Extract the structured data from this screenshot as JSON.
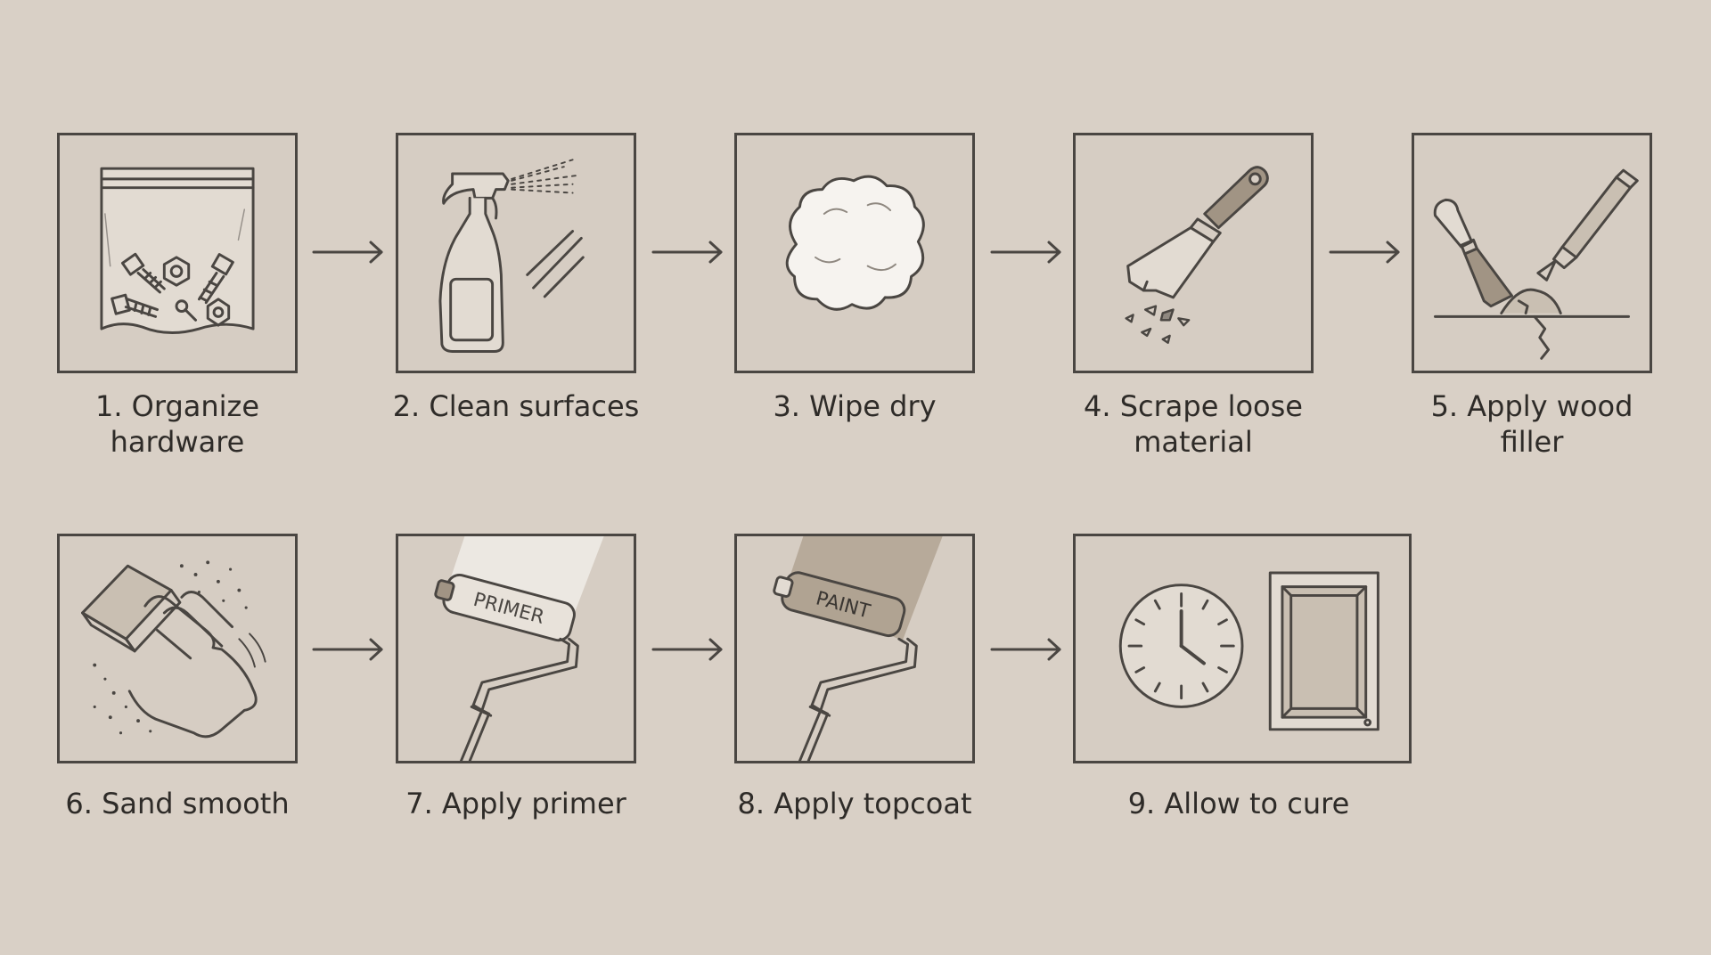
{
  "colors": {
    "background": "#d9d0c6",
    "stroke": "#4a4642",
    "primer_glow": "#ece8e2",
    "paint_glow": "#b7aa9a"
  },
  "steps": [
    {
      "label": "1. Organize\nhardware",
      "icon": "bag-of-screws-icon"
    },
    {
      "label": "2. Clean surfaces",
      "icon": "spray-bottle-icon"
    },
    {
      "label": "3. Wipe dry",
      "icon": "cloth-icon"
    },
    {
      "label": "4. Scrape loose\nmaterial",
      "icon": "putty-knife-icon"
    },
    {
      "label": "5. Apply wood filler",
      "icon": "filler-tube-icon"
    },
    {
      "label": "6. Sand smooth",
      "icon": "sanding-block-icon"
    },
    {
      "label": "7. Apply primer",
      "icon": "paint-roller-icon",
      "roller_text": "PRIMER"
    },
    {
      "label": "8. Apply topcoat",
      "icon": "paint-roller-icon",
      "roller_text": "PAINT"
    },
    {
      "label": "9. Allow to cure",
      "icon": "clock-and-door-icon"
    }
  ]
}
